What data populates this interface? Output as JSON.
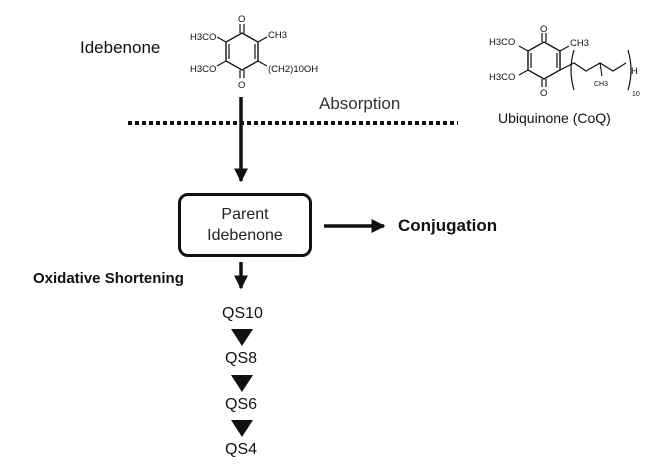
{
  "idebenone_label": "Idebenone",
  "absorption_label": "Absorption",
  "ubiquinone_label": "Ubiquinone (CoQ)",
  "parent_box": {
    "line1": "Parent",
    "line2": "Idebenone"
  },
  "conjugation_label": "Conjugation",
  "oxidative_label": "Oxidative Shortening",
  "metabolites": [
    "QS10",
    "QS8",
    "QS6",
    "QS4"
  ],
  "idebenone_structure": {
    "top_left": "H3CO",
    "bottom_left": "H3CO",
    "top_right": "CH3",
    "chain": "(CH2)10OH",
    "carbonyl_top": "O",
    "carbonyl_bottom": "O"
  },
  "ubiquinone_structure": {
    "top_left": "H3CO",
    "bottom_left": "H3CO",
    "top_right": "CH3",
    "branch": "CH3",
    "repeat_index": "10",
    "end": "H",
    "carbonyl_top": "O",
    "carbonyl_bottom": "O"
  }
}
